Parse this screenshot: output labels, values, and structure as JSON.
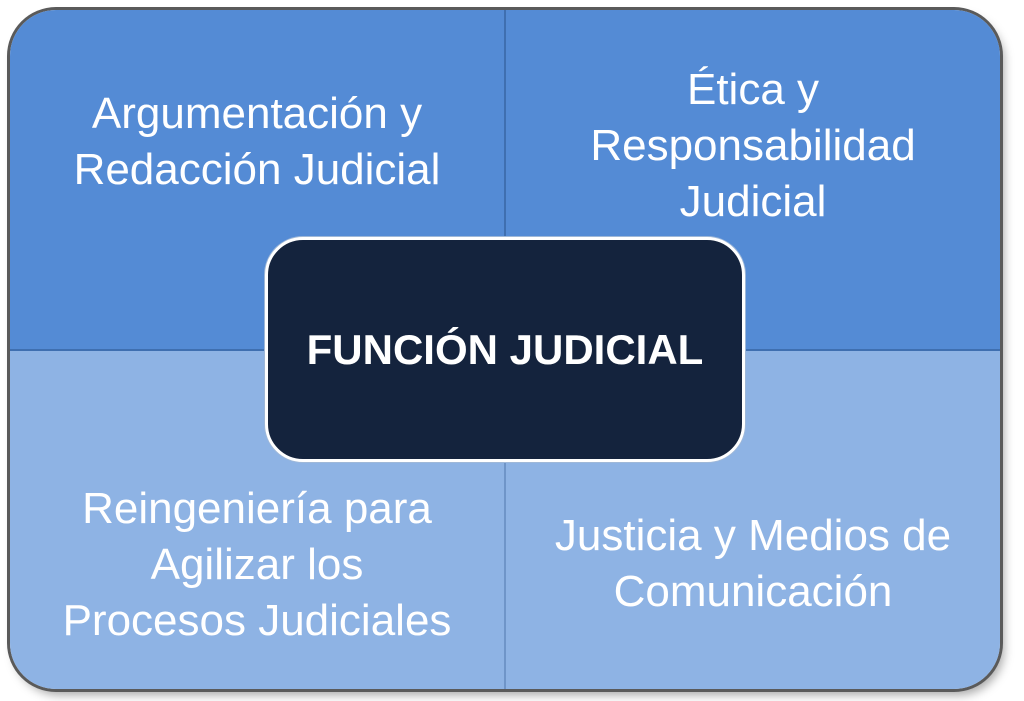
{
  "diagram": {
    "center": "FUNCIÓN JUDICIAL",
    "quadrants": {
      "top_left": "Argumentación y\nRedacción Judicial",
      "top_right": "Ética y\nResponsabilidad\nJudicial",
      "bottom_left": "Reingeniería para\nAgilizar los\nProcesos Judiciales",
      "bottom_right": "Justicia y Medios de\nComunicación"
    },
    "colors": {
      "top_quadrants": "#548bd5",
      "bottom_quadrants": "#8eb3e4",
      "center_box": "#14233d",
      "text": "#ffffff"
    }
  }
}
